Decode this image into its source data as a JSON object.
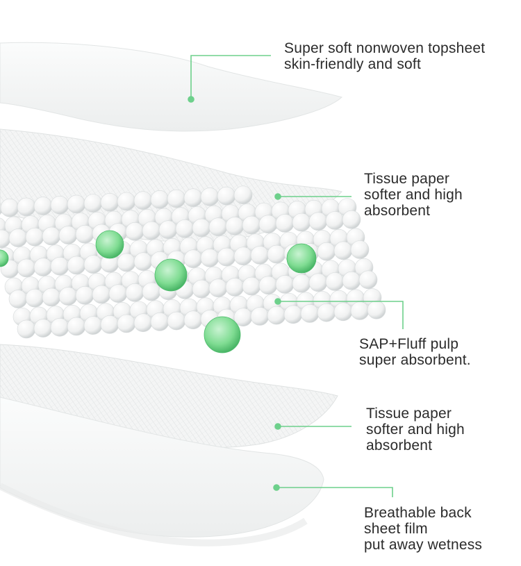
{
  "colors": {
    "accent_line": "#6dd08b",
    "text": "#2b2b2b",
    "layer_fill": "#f6f7f7",
    "layer_shadow": "#e4e6e6",
    "sap_bead": "#7fdc92"
  },
  "layers": [
    {
      "id": "topsheet",
      "lines": [
        "Super soft nonwoven topsheet",
        "skin-friendly and soft"
      ]
    },
    {
      "id": "tissue1",
      "lines": [
        "Tissue paper",
        "softer and high",
        "absorbent"
      ]
    },
    {
      "id": "sap",
      "lines": [
        "SAP+Fluff pulp",
        "super absorbent."
      ]
    },
    {
      "id": "tissue2",
      "lines": [
        "Tissue paper",
        "softer and high",
        "absorbent"
      ]
    },
    {
      "id": "backsheet",
      "lines": [
        "Breathable back",
        "sheet film",
        "put away wetness"
      ]
    }
  ]
}
